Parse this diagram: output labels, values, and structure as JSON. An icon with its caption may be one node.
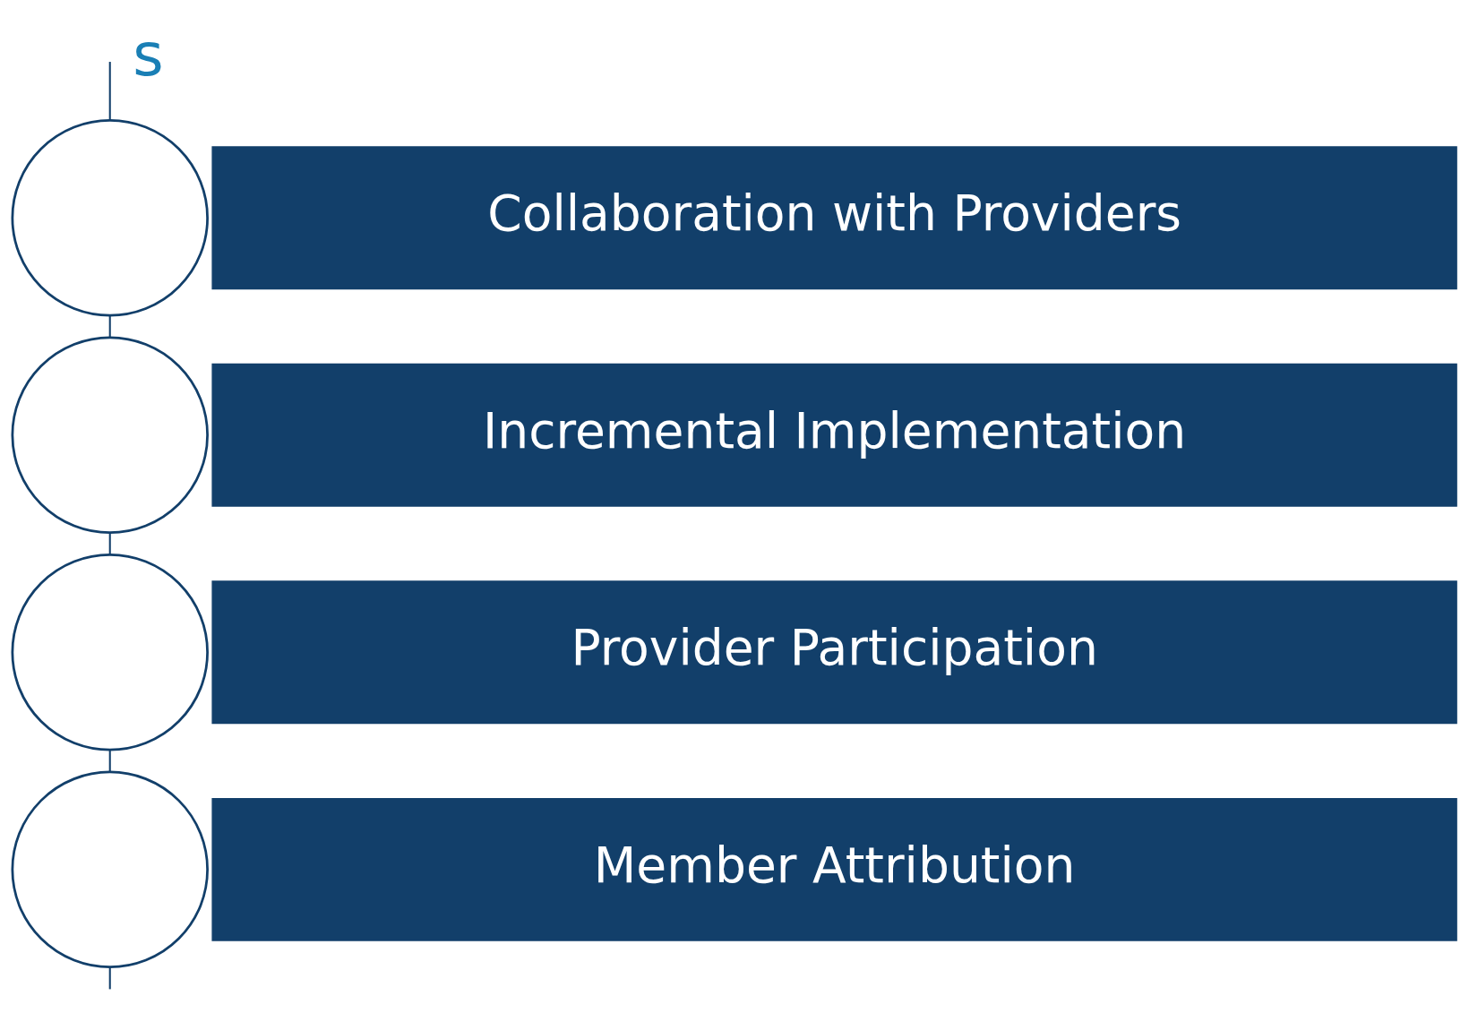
{
  "diagram": {
    "nodes": [
      {
        "text": [],
        "shape": "circle"
      },
      {
        "text": [
          "Collaboration with Providers"
        ]
      },
      {
        "text": [],
        "shape": "circle"
      },
      {
        "text": [
          "Incremental Implementation"
        ]
      },
      {
        "text": [],
        "shape": "circle"
      },
      {
        "text": [
          "Provider Participation"
        ]
      },
      {
        "text": [],
        "shape": "circle"
      },
      {
        "text": [
          "Member Attribution"
        ]
      }
    ],
    "edges": [
      {
        "from": null,
        "to": 0,
        "arrow": "none"
      },
      {
        "from": 0,
        "to": 2,
        "arrow": "none"
      },
      {
        "from": 2,
        "to": 4,
        "arrow": "none"
      },
      {
        "from": 4,
        "to": 6,
        "arrow": "none"
      },
      {
        "from": 6,
        "to": null,
        "arrow": "none"
      }
    ],
    "labels": [
      "s"
    ]
  }
}
